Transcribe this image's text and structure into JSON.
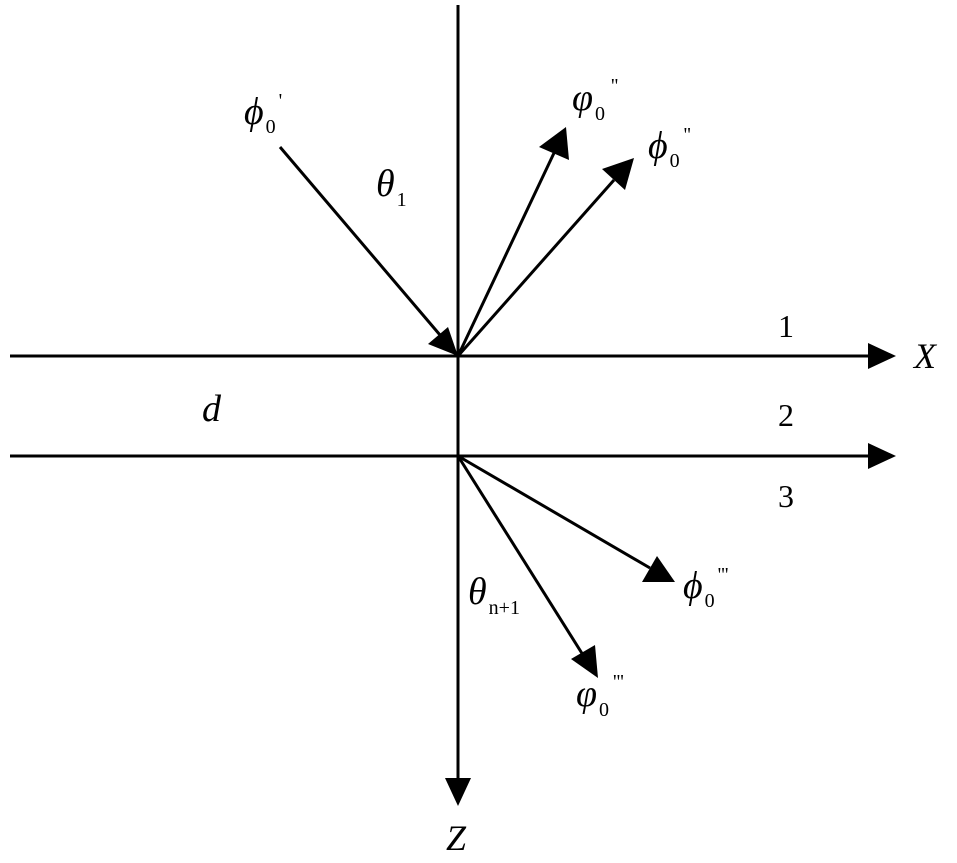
{
  "labels": {
    "incident": {
      "symbol": "ϕ",
      "sub": "0",
      "sup": "'"
    },
    "theta_1": {
      "symbol": "θ",
      "sub": "1"
    },
    "reflected_varphi": {
      "symbol": "φ",
      "sub": "0",
      "sup": "''"
    },
    "reflected_phi": {
      "symbol": "ϕ",
      "sub": "0",
      "sup": "''"
    },
    "layer_1": "1",
    "layer_2": "2",
    "layer_3": "3",
    "x_axis": "X",
    "z_axis": "Z",
    "thickness": "d",
    "theta_n1": {
      "symbol": "θ",
      "sub": "n+1"
    },
    "transmitted_phi": {
      "symbol": "ϕ",
      "sub": "0",
      "sup": "'''"
    },
    "transmitted_varphi": {
      "symbol": "φ",
      "sub": "0",
      "sup": "'''"
    }
  }
}
